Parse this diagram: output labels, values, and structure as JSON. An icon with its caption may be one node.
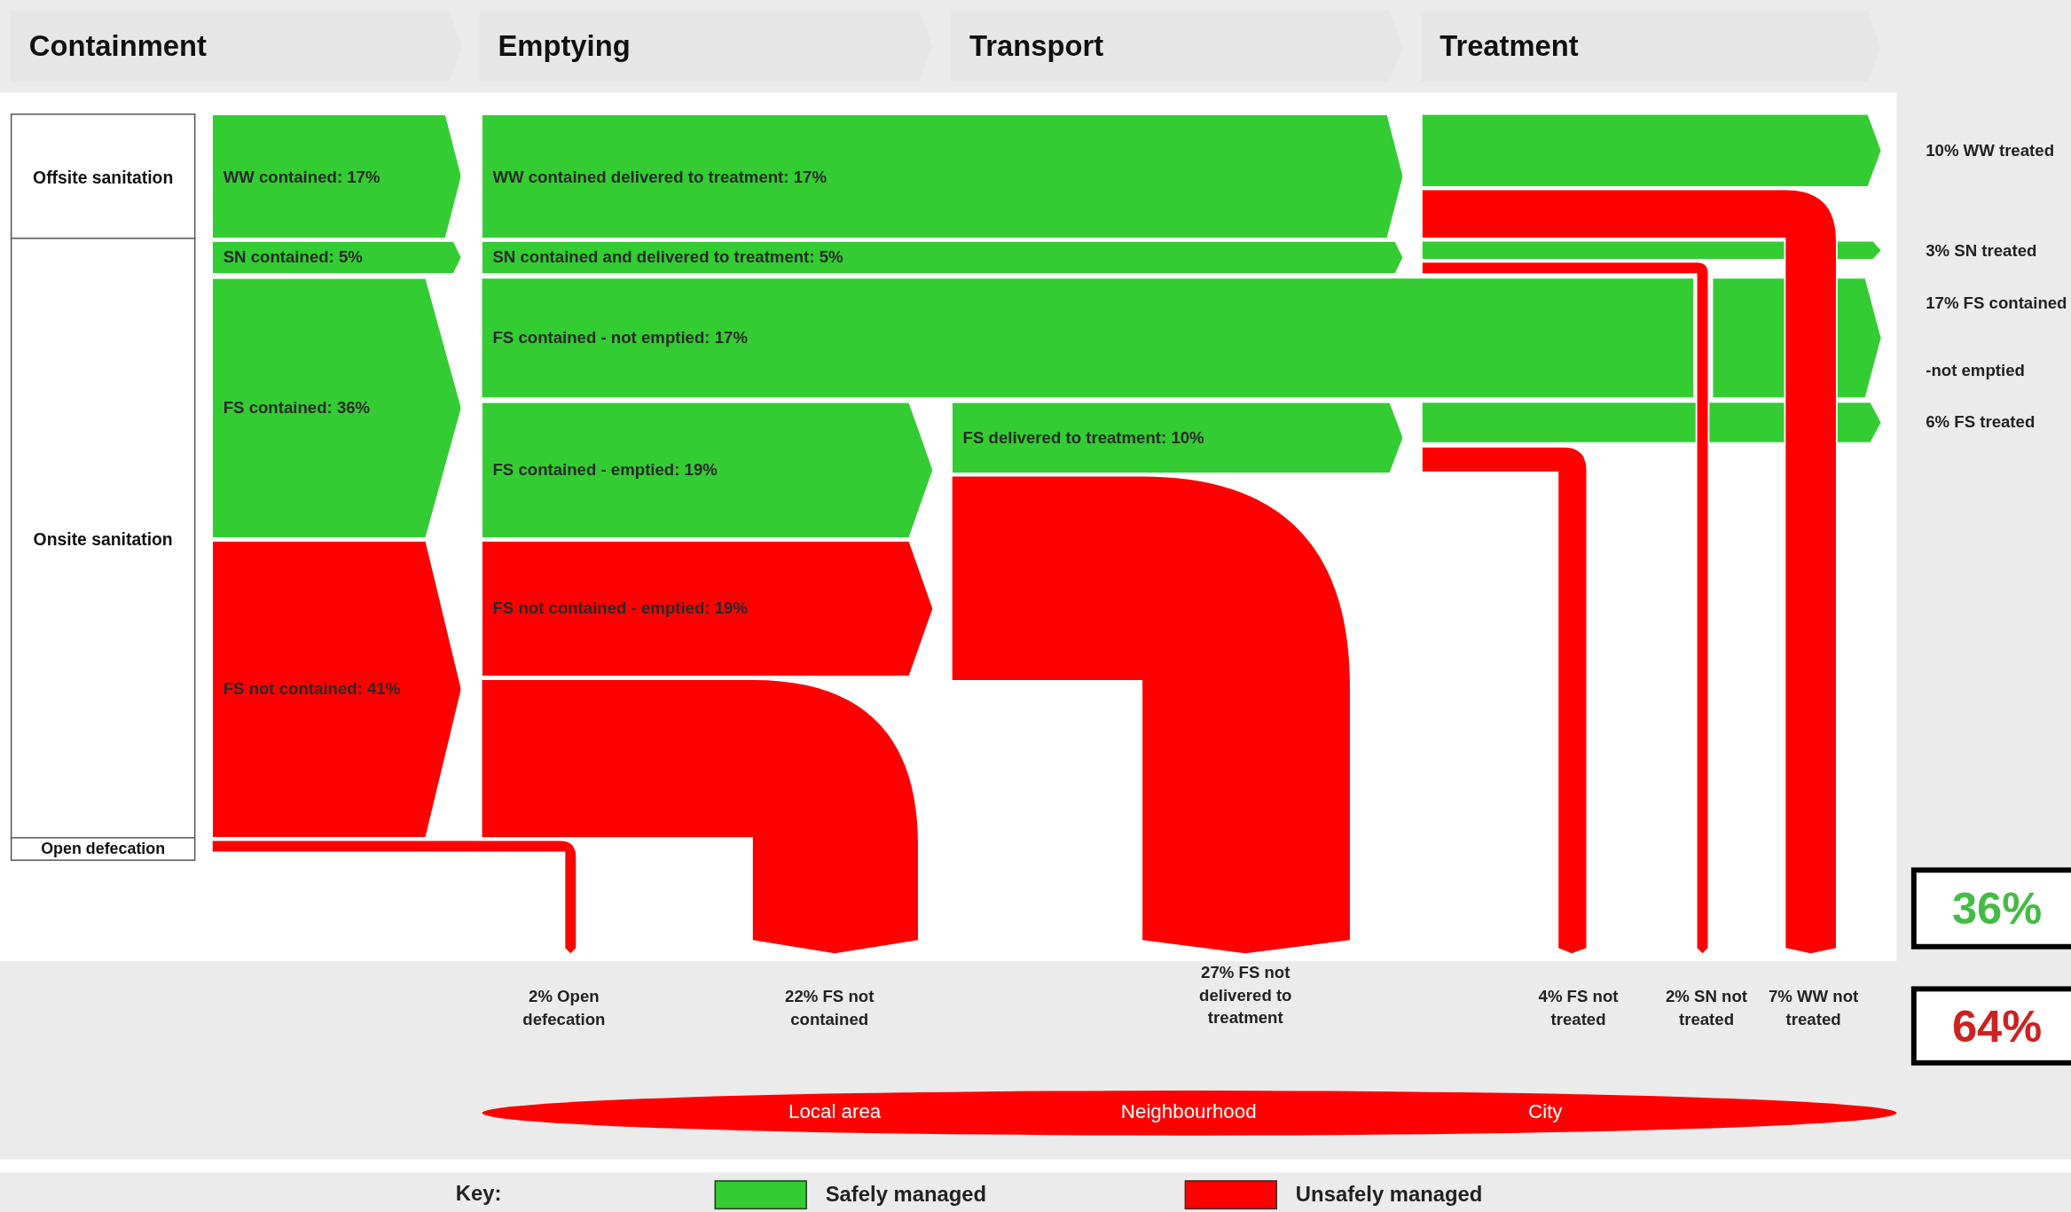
{
  "diagram": {
    "nodes": [
      {
        "text": [
          "Containment"
        ]
      },
      {
        "text": [
          "Emptying"
        ]
      },
      {
        "text": [
          "Transport"
        ]
      },
      {
        "text": [
          "Treatment"
        ]
      },
      {
        "text": [
          "Offsite sanitation"
        ]
      },
      {
        "text": [
          "Onsite sanitation"
        ]
      },
      {
        "text": [
          "Open defecation"
        ]
      },
      {
        "text": [
          "WW contained: 17%"
        ]
      },
      {
        "text": [
          "SN contained: 5%"
        ]
      },
      {
        "text": [
          "FS contained: 36%"
        ]
      },
      {
        "text": [
          "FS not contained: 41%"
        ]
      },
      {
        "text": [
          "WW contained delivered to treatment: 17%"
        ]
      },
      {
        "text": [
          "SN contained and delivered to treatment: 5%"
        ]
      },
      {
        "text": [
          "FS contained - not emptied: 17%"
        ]
      },
      {
        "text": [
          "FS contained - emptied: 19%"
        ]
      },
      {
        "text": [
          "FS not contained - emptied: 19%"
        ]
      },
      {
        "text": [
          "FS delivered to treatment: 10%"
        ]
      },
      {
        "text": [
          "36%"
        ]
      },
      {
        "text": [
          "64%"
        ]
      },
      {
        "text": [
          "Local area",
          "Neighbourhood",
          "City"
        ]
      }
    ],
    "labels": [
      "10% WW treated",
      "3% SN treated",
      "17% FS contained",
      "-not emptied",
      "6% FS treated",
      "27% FS not delivered to treatment",
      "2% Open defecation",
      "22% FS not contained",
      "4% FS not treated",
      "2% SN not treated",
      "7% WW not treated",
      "Key:"
    ],
    "legend": [
      {
        "text": "Safely managed",
        "color": "#33cc33"
      },
      {
        "text": "Unsafely managed",
        "color": "#ff0000"
      }
    ]
  }
}
